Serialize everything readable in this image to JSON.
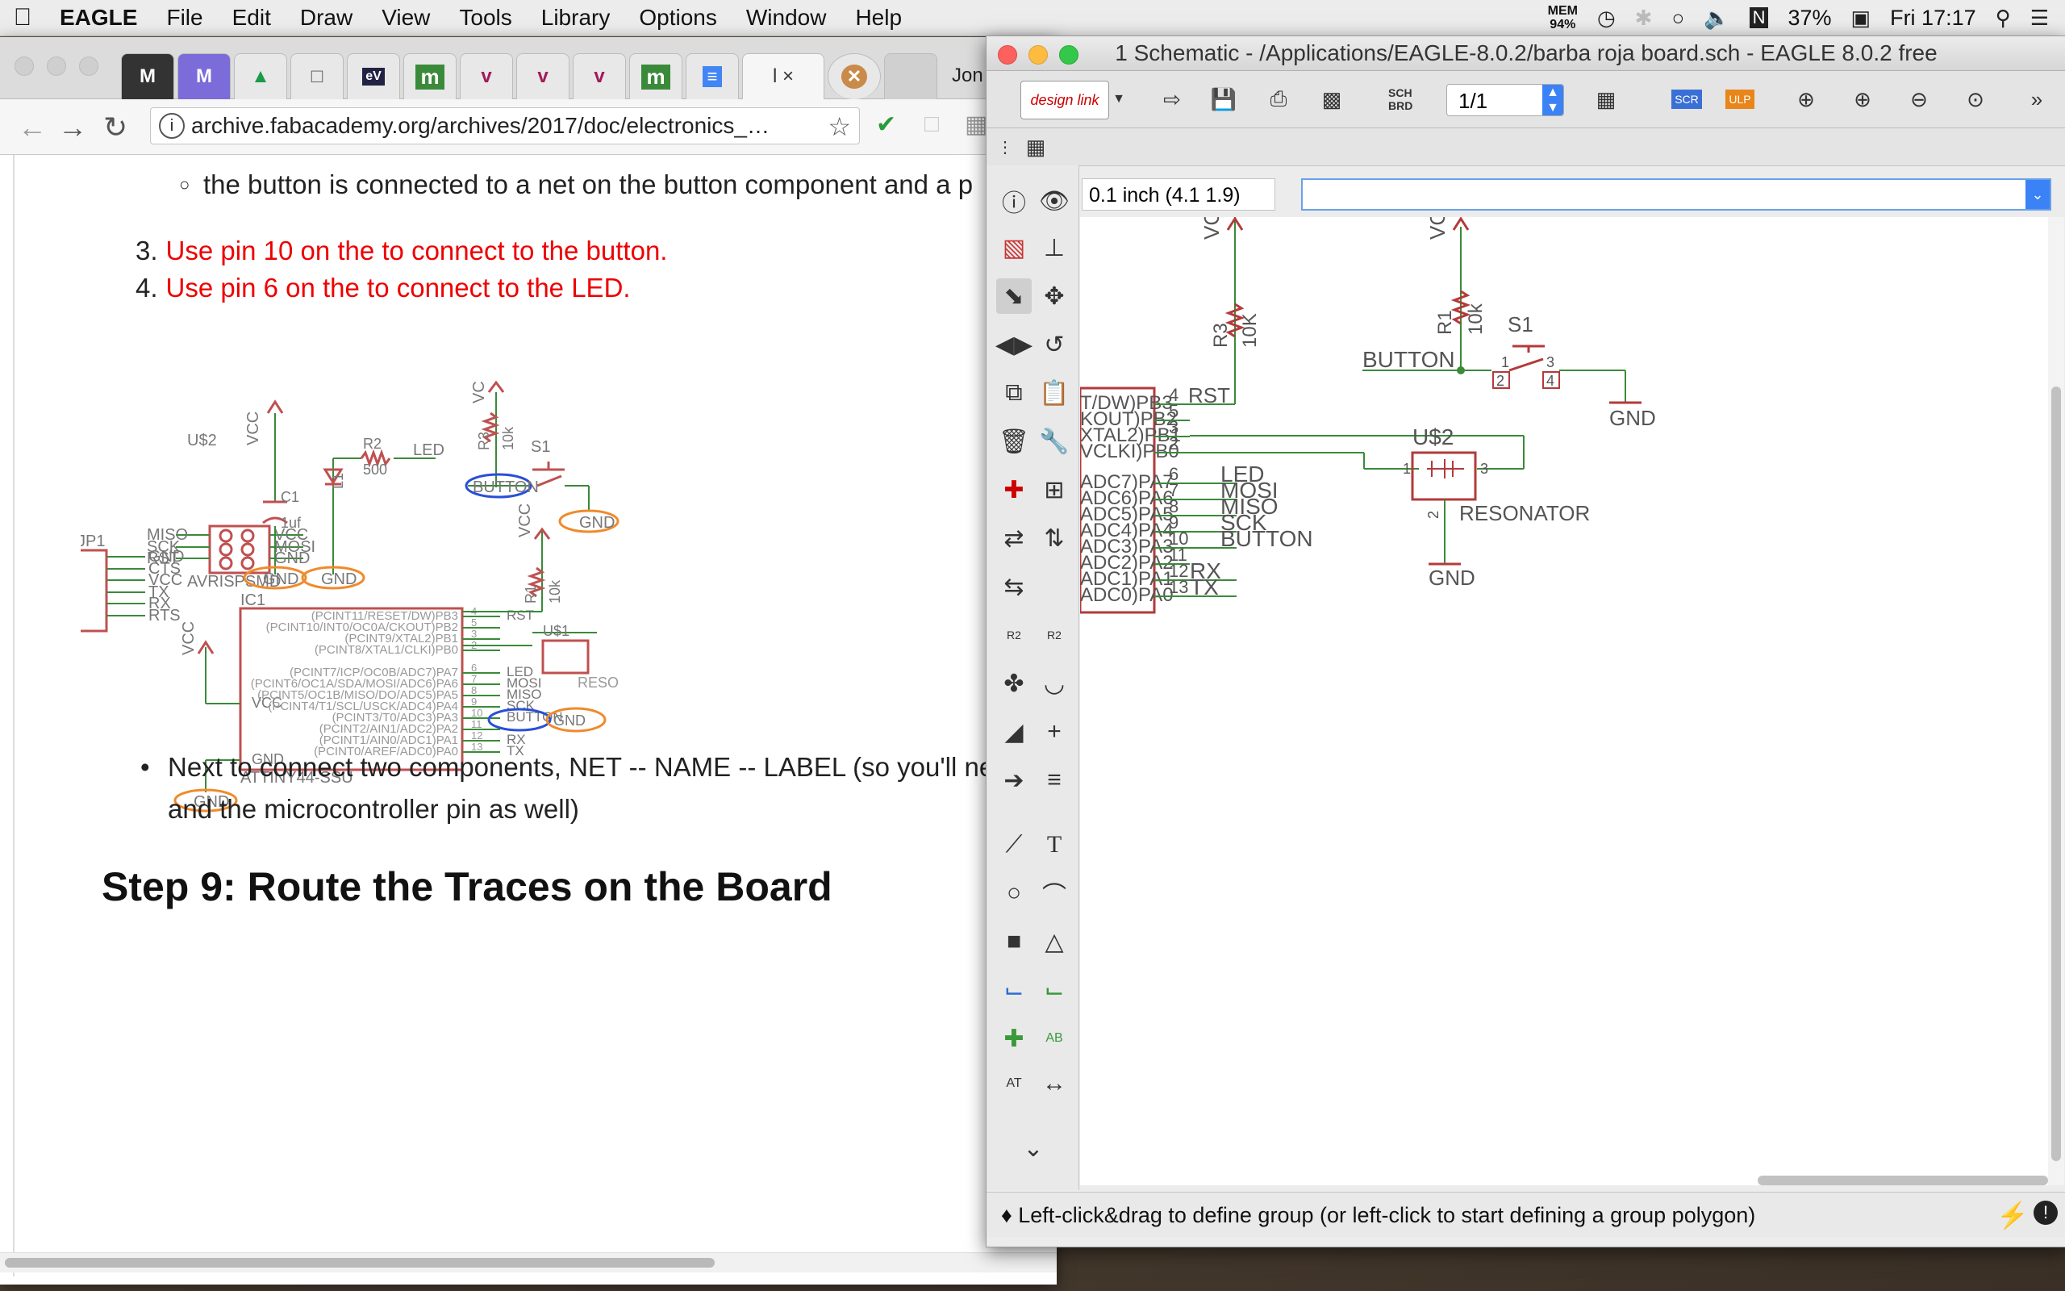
{
  "menubar": {
    "app": "EAGLE",
    "items": [
      "File",
      "Edit",
      "Draw",
      "View",
      "Tools",
      "Library",
      "Options",
      "Window",
      "Help"
    ],
    "mem_label": "MEM",
    "mem_value": "94%",
    "battery": "37%",
    "clock": "Fri 17:17"
  },
  "browser": {
    "tab_active": "l ×",
    "tab_user": "Jon",
    "url": "archive.fabacademy.org/archives/2017/doc/electronics_…",
    "page": {
      "sub_bullet": "the button is connected to a net on the button component and a p",
      "step3": "Use pin 10 on the to connect to the button.",
      "step4": "Use pin 6 on the to connect to the LED.",
      "bullet_next_1": "Next to connect two components, NET -- NAME -- LABEL (so you'll need",
      "bullet_next_2": "and the microcontroller pin as well)",
      "step9": "Step 9: Route the Traces on the Board"
    },
    "schematic": {
      "usb2": "U$2",
      "avrisp": "AVRISPSMD",
      "isp_left": [
        "MISO",
        "SCK",
        "RST"
      ],
      "isp_right": [
        "VCC",
        "MOSI",
        "GND"
      ],
      "vcc": "VCC",
      "gnd": "GND",
      "c1": "C1",
      "c1_val": "1uf",
      "r2": "R2",
      "r2_val": "500",
      "led": "LED",
      "l1": "L1",
      "r3": "R3",
      "r3_val": "10k",
      "s1": "S1",
      "button": "BUTTON",
      "jp1": "JP1",
      "jp1_pins": [
        "GND",
        "CTS",
        "VCC",
        "TX",
        "RX",
        "RTS"
      ],
      "ic1": "IC1",
      "ic1_name": "ATTINY44-SSU",
      "ic1_pins_right": [
        "(PCINT11/RESET/DW)PB3",
        "(PCINT10/INT0/OC0A/CKOUT)PB2",
        "(PCINT9/XTAL2)PB1",
        "(PCINT8/XTAL1/CLKI)PB0",
        "(PCINT7/ICP/OC0B/ADC7)PA7",
        "(PCINT6/OC1A/SDA/MOSI/ADC6)PA6",
        "(PCINT5/OC1B/MISO/DO/ADC5)PA5",
        "(PCINT4/T1/SCL/USCK/ADC4)PA4",
        "(PCINT3/T0/ADC3)PA3",
        "(PCINT2/AIN1/ADC2)PA2",
        "(PCINT1/AIN0/ADC1)PA1",
        "(PCINT0/AREF/ADC0)PA0"
      ],
      "ic1_pin_nums": [
        "4",
        "5",
        "3",
        "2",
        "6",
        "7",
        "8",
        "9",
        "10",
        "11",
        "12",
        "13"
      ],
      "ic1_nets": [
        "RST",
        "",
        "",
        "",
        "LED",
        "MOSI",
        "MISO",
        "SCK",
        "BUTTON",
        "",
        "RX",
        "TX"
      ],
      "r1": "R1",
      "r1_val": "10k",
      "us1": "U$1",
      "reso": "RESO"
    }
  },
  "eagle": {
    "title": "1 Schematic - /Applications/EAGLE-8.0.2/barba roja board.sch - EAGLE 8.0.2 free",
    "design_link": "design link",
    "page_select": "1/1",
    "coord": "0.1 inch (4.1 1.9)",
    "command": "",
    "status": "♦ Left-click&drag to define group (or left-click to start defining a group polygon)",
    "schematic": {
      "vcc": "VCC",
      "gnd": "GND",
      "r3": "R3",
      "r3_val": "10K",
      "r1": "R1",
      "r1_val": "10k",
      "s1": "S1",
      "button": "BUTTON",
      "usb2": "U$2",
      "resonator": "RESONATOR",
      "ic_pins": [
        "T/DW)PB3",
        "KOUT)PB2",
        "XTAL2)PB1",
        "VCLKI)PB0",
        "ADC7)PA7",
        "ADC6)PA6",
        "ADC5)PA5",
        "ADC4)PA4",
        "ADC3)PA3",
        "ADC2)PA2",
        "ADC1)PA1",
        "ADC0)PA0"
      ],
      "ic_nums": [
        "4",
        "5",
        "3",
        "2",
        "6",
        "7",
        "8",
        "9",
        "10",
        "11",
        "12",
        "13"
      ],
      "nets": [
        "RST",
        "",
        "",
        "",
        "LED",
        "MOSI",
        "MISO",
        "SCK",
        "BUTTON",
        "",
        "RX",
        "TX"
      ],
      "sw_pins": [
        "1",
        "2",
        "3",
        "4"
      ],
      "reso_pins": [
        "1",
        "2",
        "3"
      ]
    }
  },
  "colors": {
    "wire": "#3a8a3a",
    "part": "#b33a3a",
    "highlight_blue": "#2a4fd6",
    "highlight_orange": "#f08a2a",
    "red_text": "#e00000"
  }
}
